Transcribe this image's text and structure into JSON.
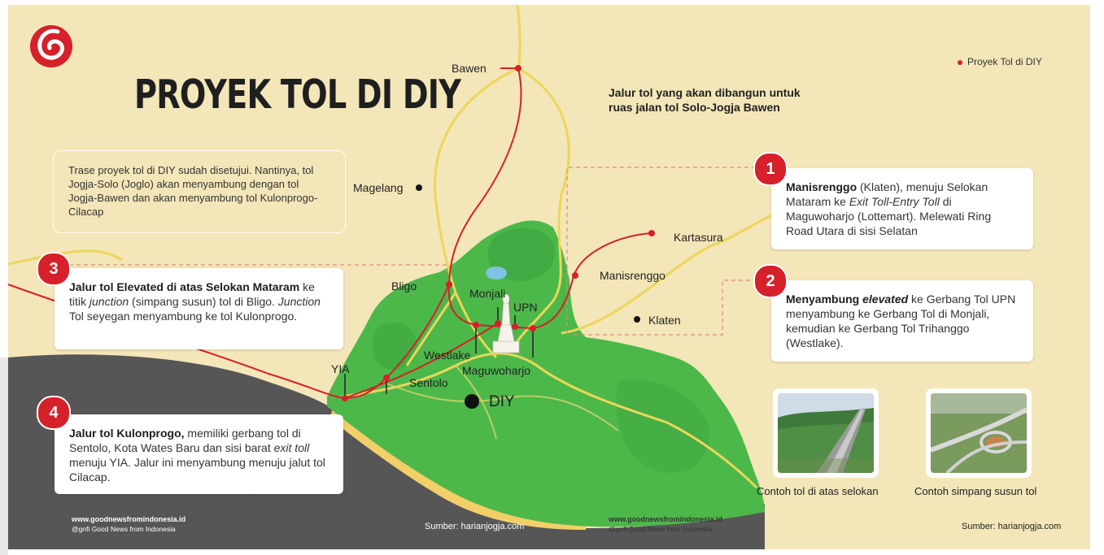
{
  "title": "PROYEK TOL DI DIY",
  "legend_label": "Proyek Tol di DIY",
  "header_note": "Jalur tol yang akan dibangun untuk ruas jalan tol Solo-Jogja Bawen",
  "intro_text": "Trase proyek tol di DIY sudah disetujui. Nantinya, tol Jogja-Solo (Joglo) akan menyambung dengan tol Jogja-Bawen dan akan menyambung tol Kulonprogo-Cilacap",
  "places": {
    "bawen": "Bawen",
    "magelang": "Magelang",
    "kartasura": "Kartasura",
    "manisrenggo": "Manisrenggo",
    "klaten": "Klaten",
    "bligo": "Bligo",
    "monjali": "Monjali",
    "upn": "UPN",
    "westlake": "Westlake",
    "maguwoharjo": "Maguwoharjo",
    "yia": "YIA",
    "sentolo": "Sentolo",
    "diy": "DIY"
  },
  "cards": [
    {
      "number": "1",
      "bold": "Manisrenggo",
      "text1": " (Klaten), menuju Selokan Mataram ke ",
      "italic": "Exit Toll-Entry Toll",
      "text2": " di Maguwoharjo (Lottemart). Melewati Ring Road Utara di sisi Selatan"
    },
    {
      "number": "2",
      "bold": "Menyambung ",
      "bold_italic": "elevated",
      "text1": " ke Gerbang Tol UPN menyambung ke Gerbang Tol di Monjali, kemudian ke Gerbang Tol Trihanggo (Westlake)."
    },
    {
      "number": "3",
      "bold": "Jalur tol Elevated di atas Selokan Mataram",
      "text1": " ke titik ",
      "italic": "junction",
      "text2": " (simpang susun) tol di Bligo. ",
      "italic2": "Junction",
      "text3": " Tol seyegan menyambung ke tol Kulonprogo."
    },
    {
      "number": "4",
      "bold": "Jalur tol Kulonprogo,",
      "text1": " memiliki gerbang tol di Sentolo, Kota Wates Baru dan sisi barat ",
      "italic": "exit toll",
      "text2": " menuju YIA. Jalur ini menyambung menuju jalut tol Cilacap."
    }
  ],
  "photos": [
    {
      "caption": "Contoh tol di atas selokan",
      "icon": "elevated-toll-photo"
    },
    {
      "caption": "Contoh simpang susun tol",
      "icon": "interchange-photo"
    }
  ],
  "footer": {
    "site": "www.goodnewsfromindonesia.id",
    "social": "@gnfi  Good News from Indonesia",
    "source": "Sumber: harianjogja.com"
  },
  "colors": {
    "background": "#f3e6b8",
    "land": "#4cb84a",
    "sea": "#565656",
    "road": "#ecd65a",
    "toll_route": "#d6202a",
    "badge": "#d6202a"
  }
}
